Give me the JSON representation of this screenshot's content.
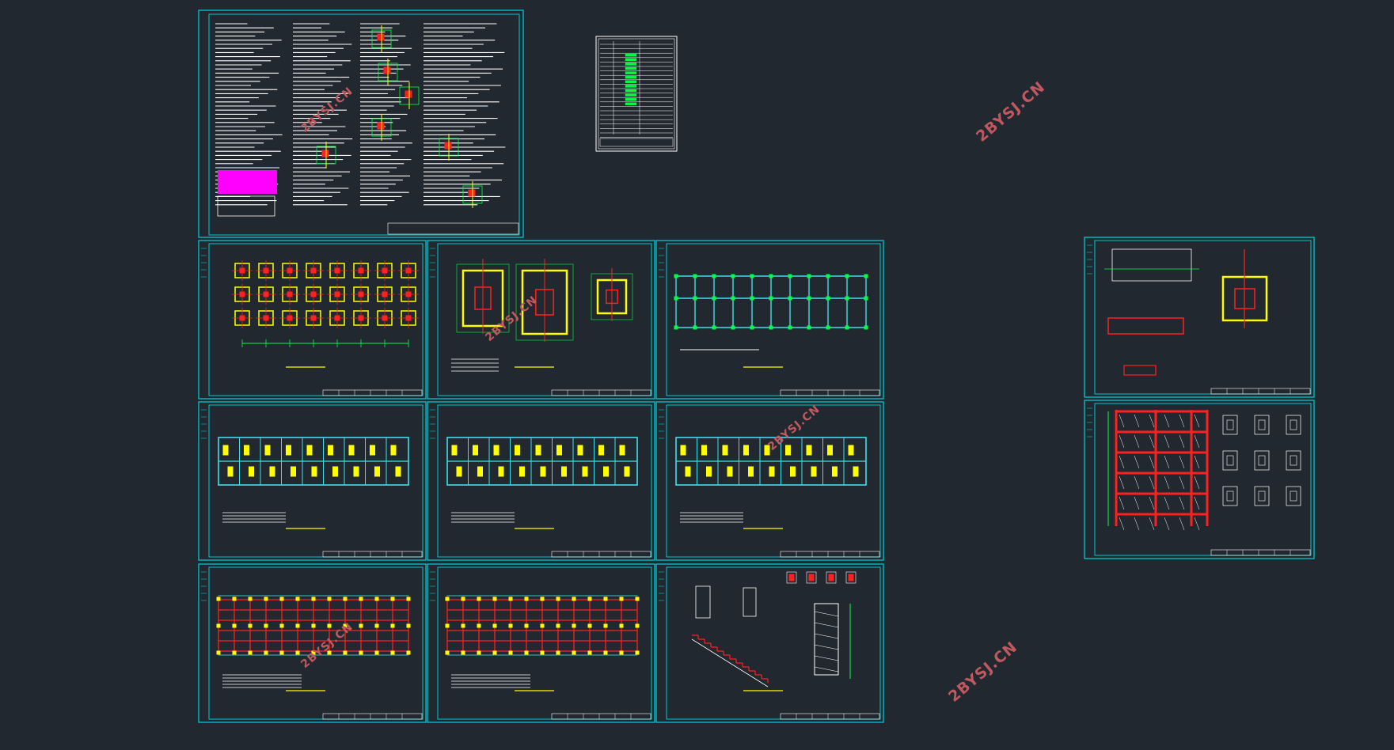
{
  "watermark": {
    "text": "2BYSJ.CN",
    "color": "#c0595f"
  },
  "colors": {
    "background": "#212830",
    "frame": "#00c8d0",
    "column": "#ffff00",
    "beam": "#ff2020",
    "wall": "#40e0e8",
    "text": "#ffffff",
    "dim": "#00ff40",
    "highlight": "#ff00ff"
  },
  "sheets": [
    {
      "id": "notes",
      "kind": "notes"
    },
    {
      "id": "index",
      "kind": "index"
    },
    {
      "id": "foundation-plan",
      "kind": "columns-grid"
    },
    {
      "id": "foundation-details",
      "kind": "footings"
    },
    {
      "id": "ground-beam-plan",
      "kind": "beam-plan"
    },
    {
      "id": "floor-slab-1",
      "kind": "slab-plan"
    },
    {
      "id": "floor-slab-2",
      "kind": "slab-plan"
    },
    {
      "id": "floor-slab-3",
      "kind": "slab-plan"
    },
    {
      "id": "beam-reinforcement-1",
      "kind": "rebar-plan"
    },
    {
      "id": "beam-reinforcement-2",
      "kind": "rebar-plan"
    },
    {
      "id": "stair-details",
      "kind": "stair"
    },
    {
      "id": "detail-sections",
      "kind": "details"
    },
    {
      "id": "frame-elevation",
      "kind": "frame"
    }
  ]
}
